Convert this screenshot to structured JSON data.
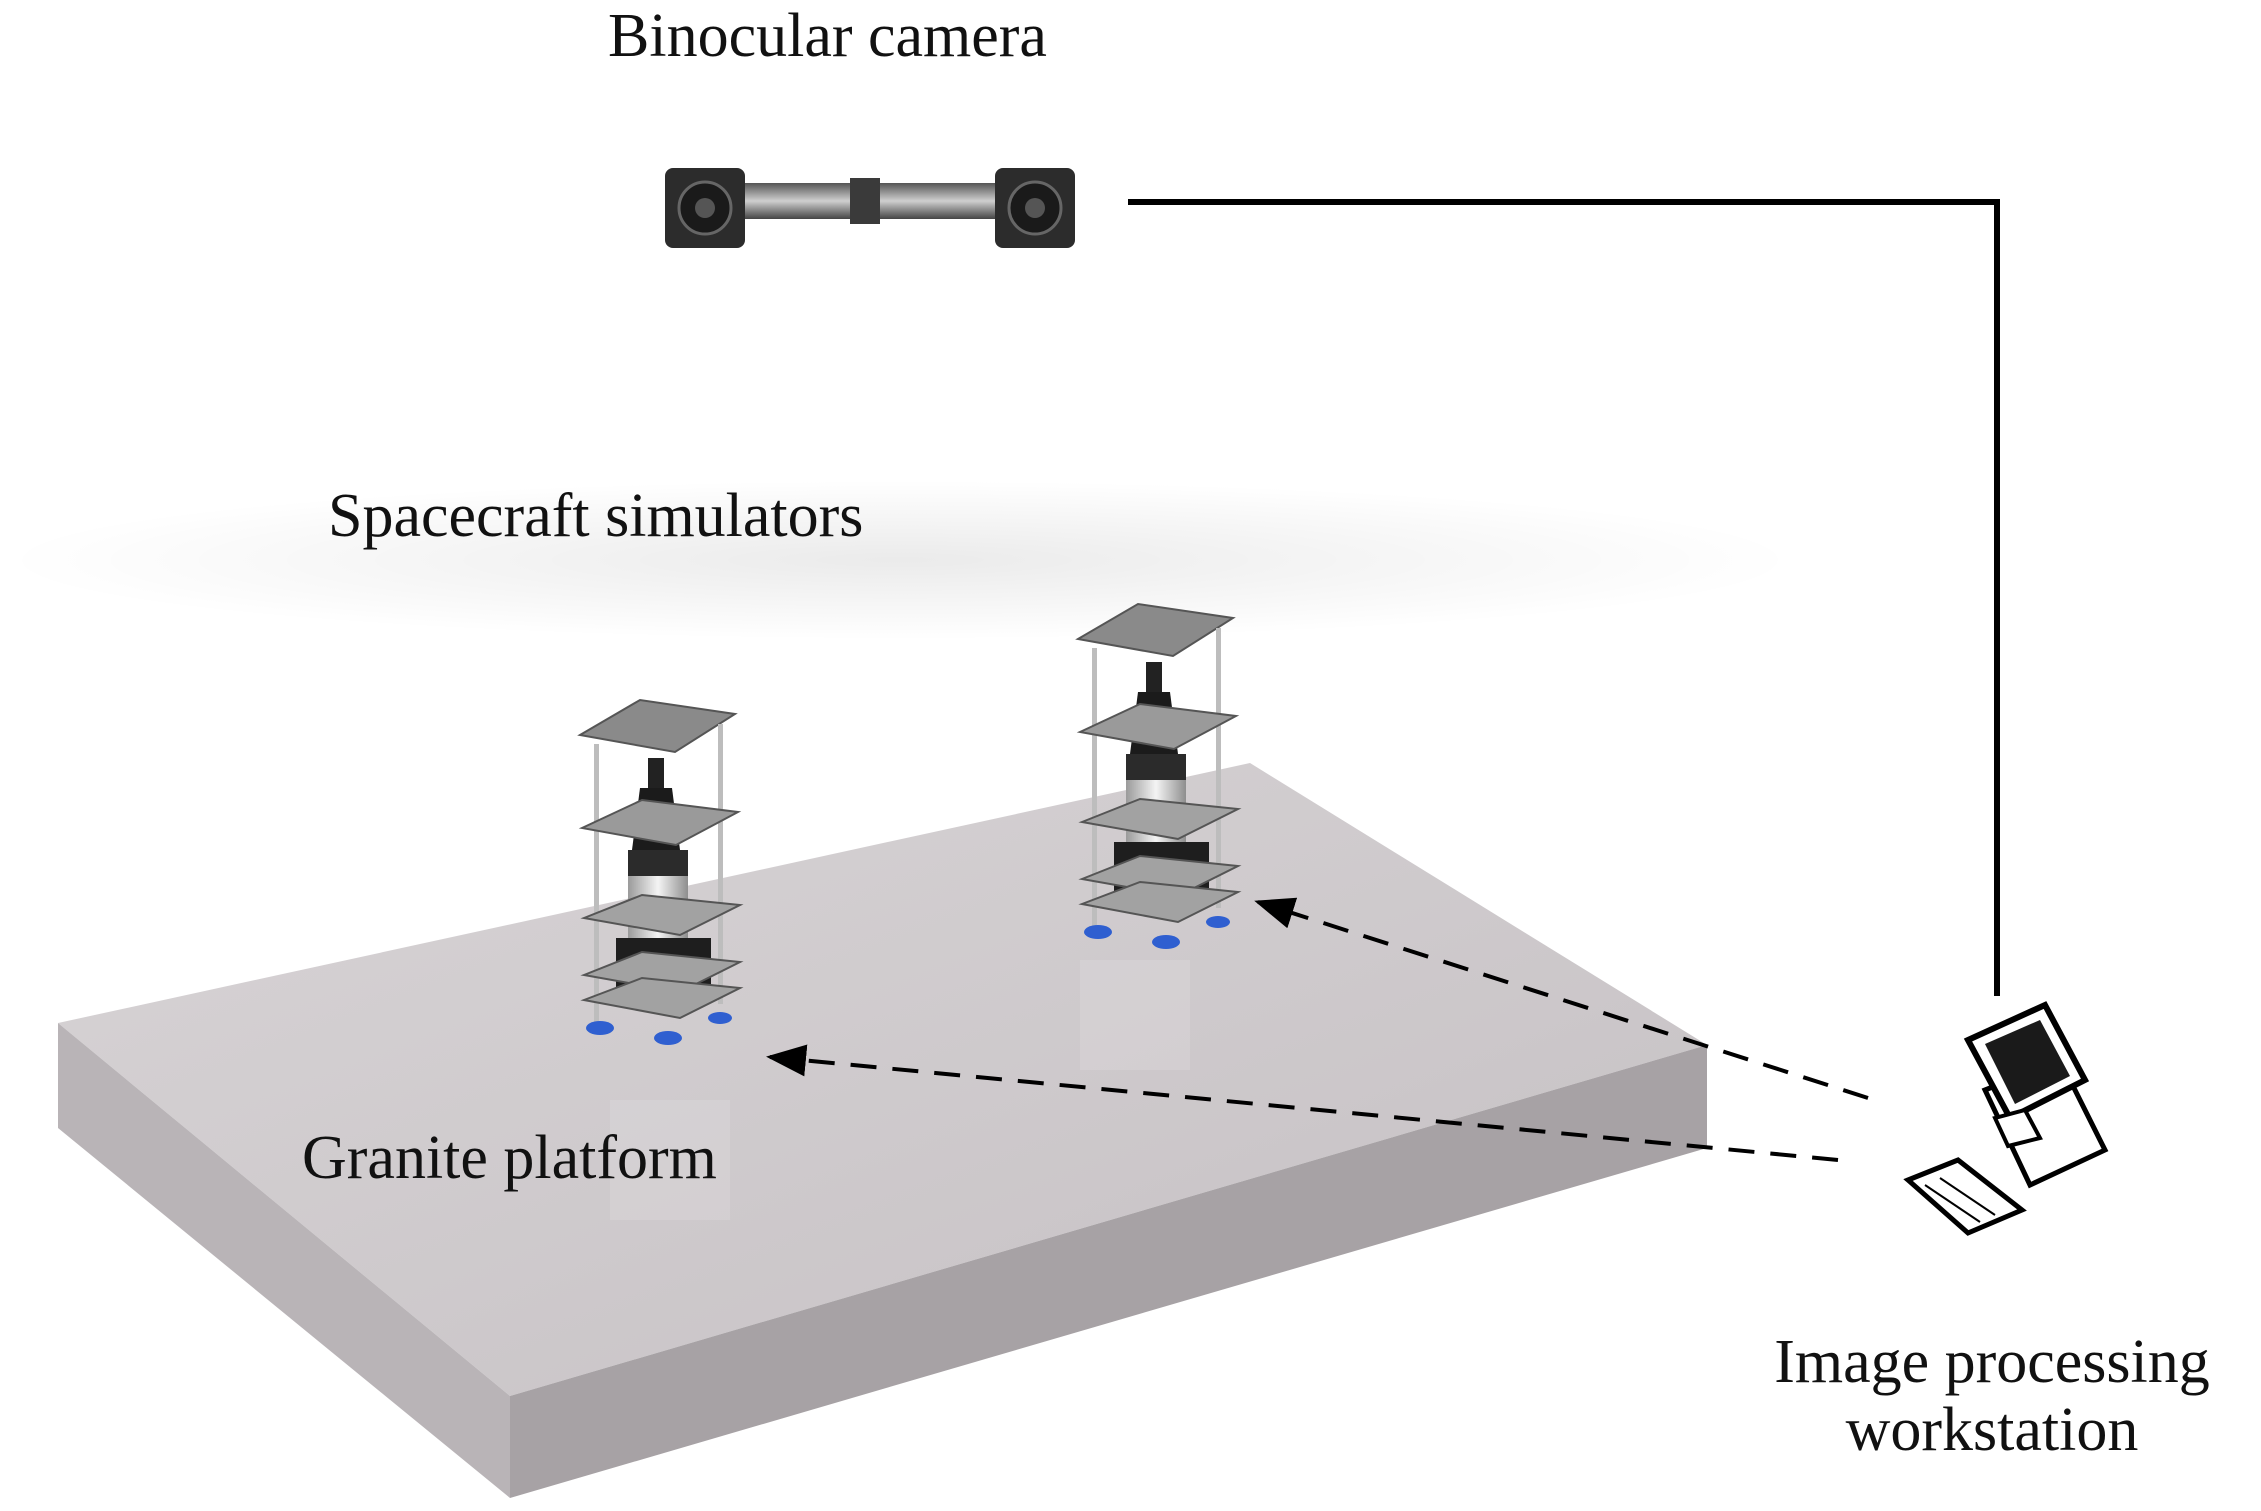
{
  "labels": {
    "camera": "Binocular camera",
    "simulators": "Spacecraft simulators",
    "platform": "Granite platform",
    "workstation_line1": "Image processing",
    "workstation_line2": "workstation"
  },
  "colors": {
    "platform_top": "#cfcacd",
    "platform_front": "#b7b2b5",
    "platform_side": "#a9a4a7",
    "line": "#000000",
    "accent_blue": "#2f5fd0"
  },
  "icons": {
    "camera": "binocular-camera-icon",
    "workstation": "computer-workstation-icon",
    "simulator": "spacecraft-simulator-icon"
  }
}
